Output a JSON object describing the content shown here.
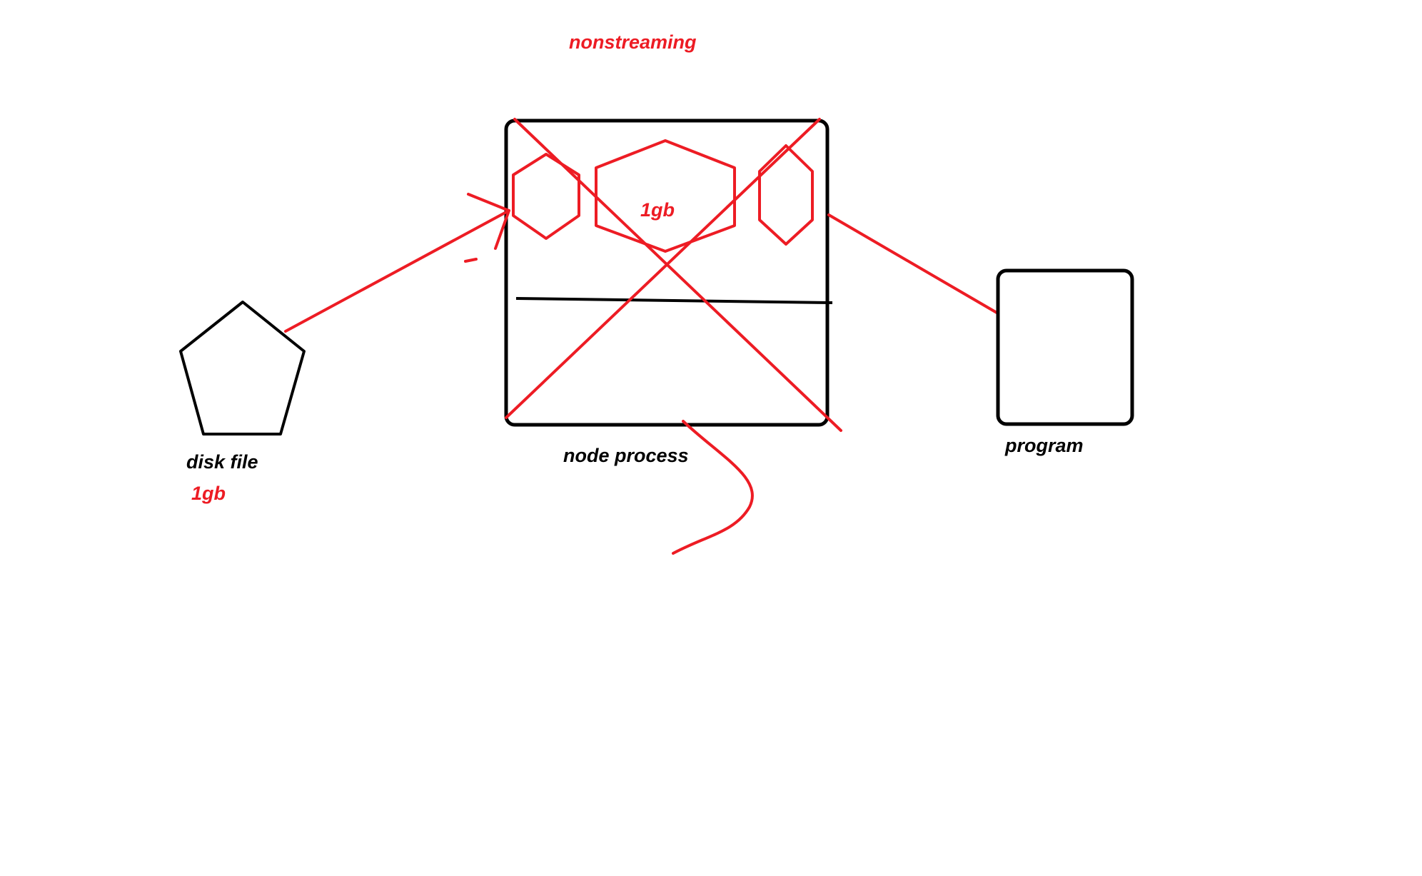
{
  "diagram": {
    "title": "nonstreaming",
    "buffer_size_label": "1gb",
    "nodes": {
      "source": {
        "label": "disk file",
        "size_label": "1gb"
      },
      "process": {
        "label": "node process"
      },
      "target": {
        "label": "program"
      }
    }
  },
  "colors": {
    "ink": "#000000",
    "annotation": "#ed1c24",
    "background": "#ffffff"
  }
}
